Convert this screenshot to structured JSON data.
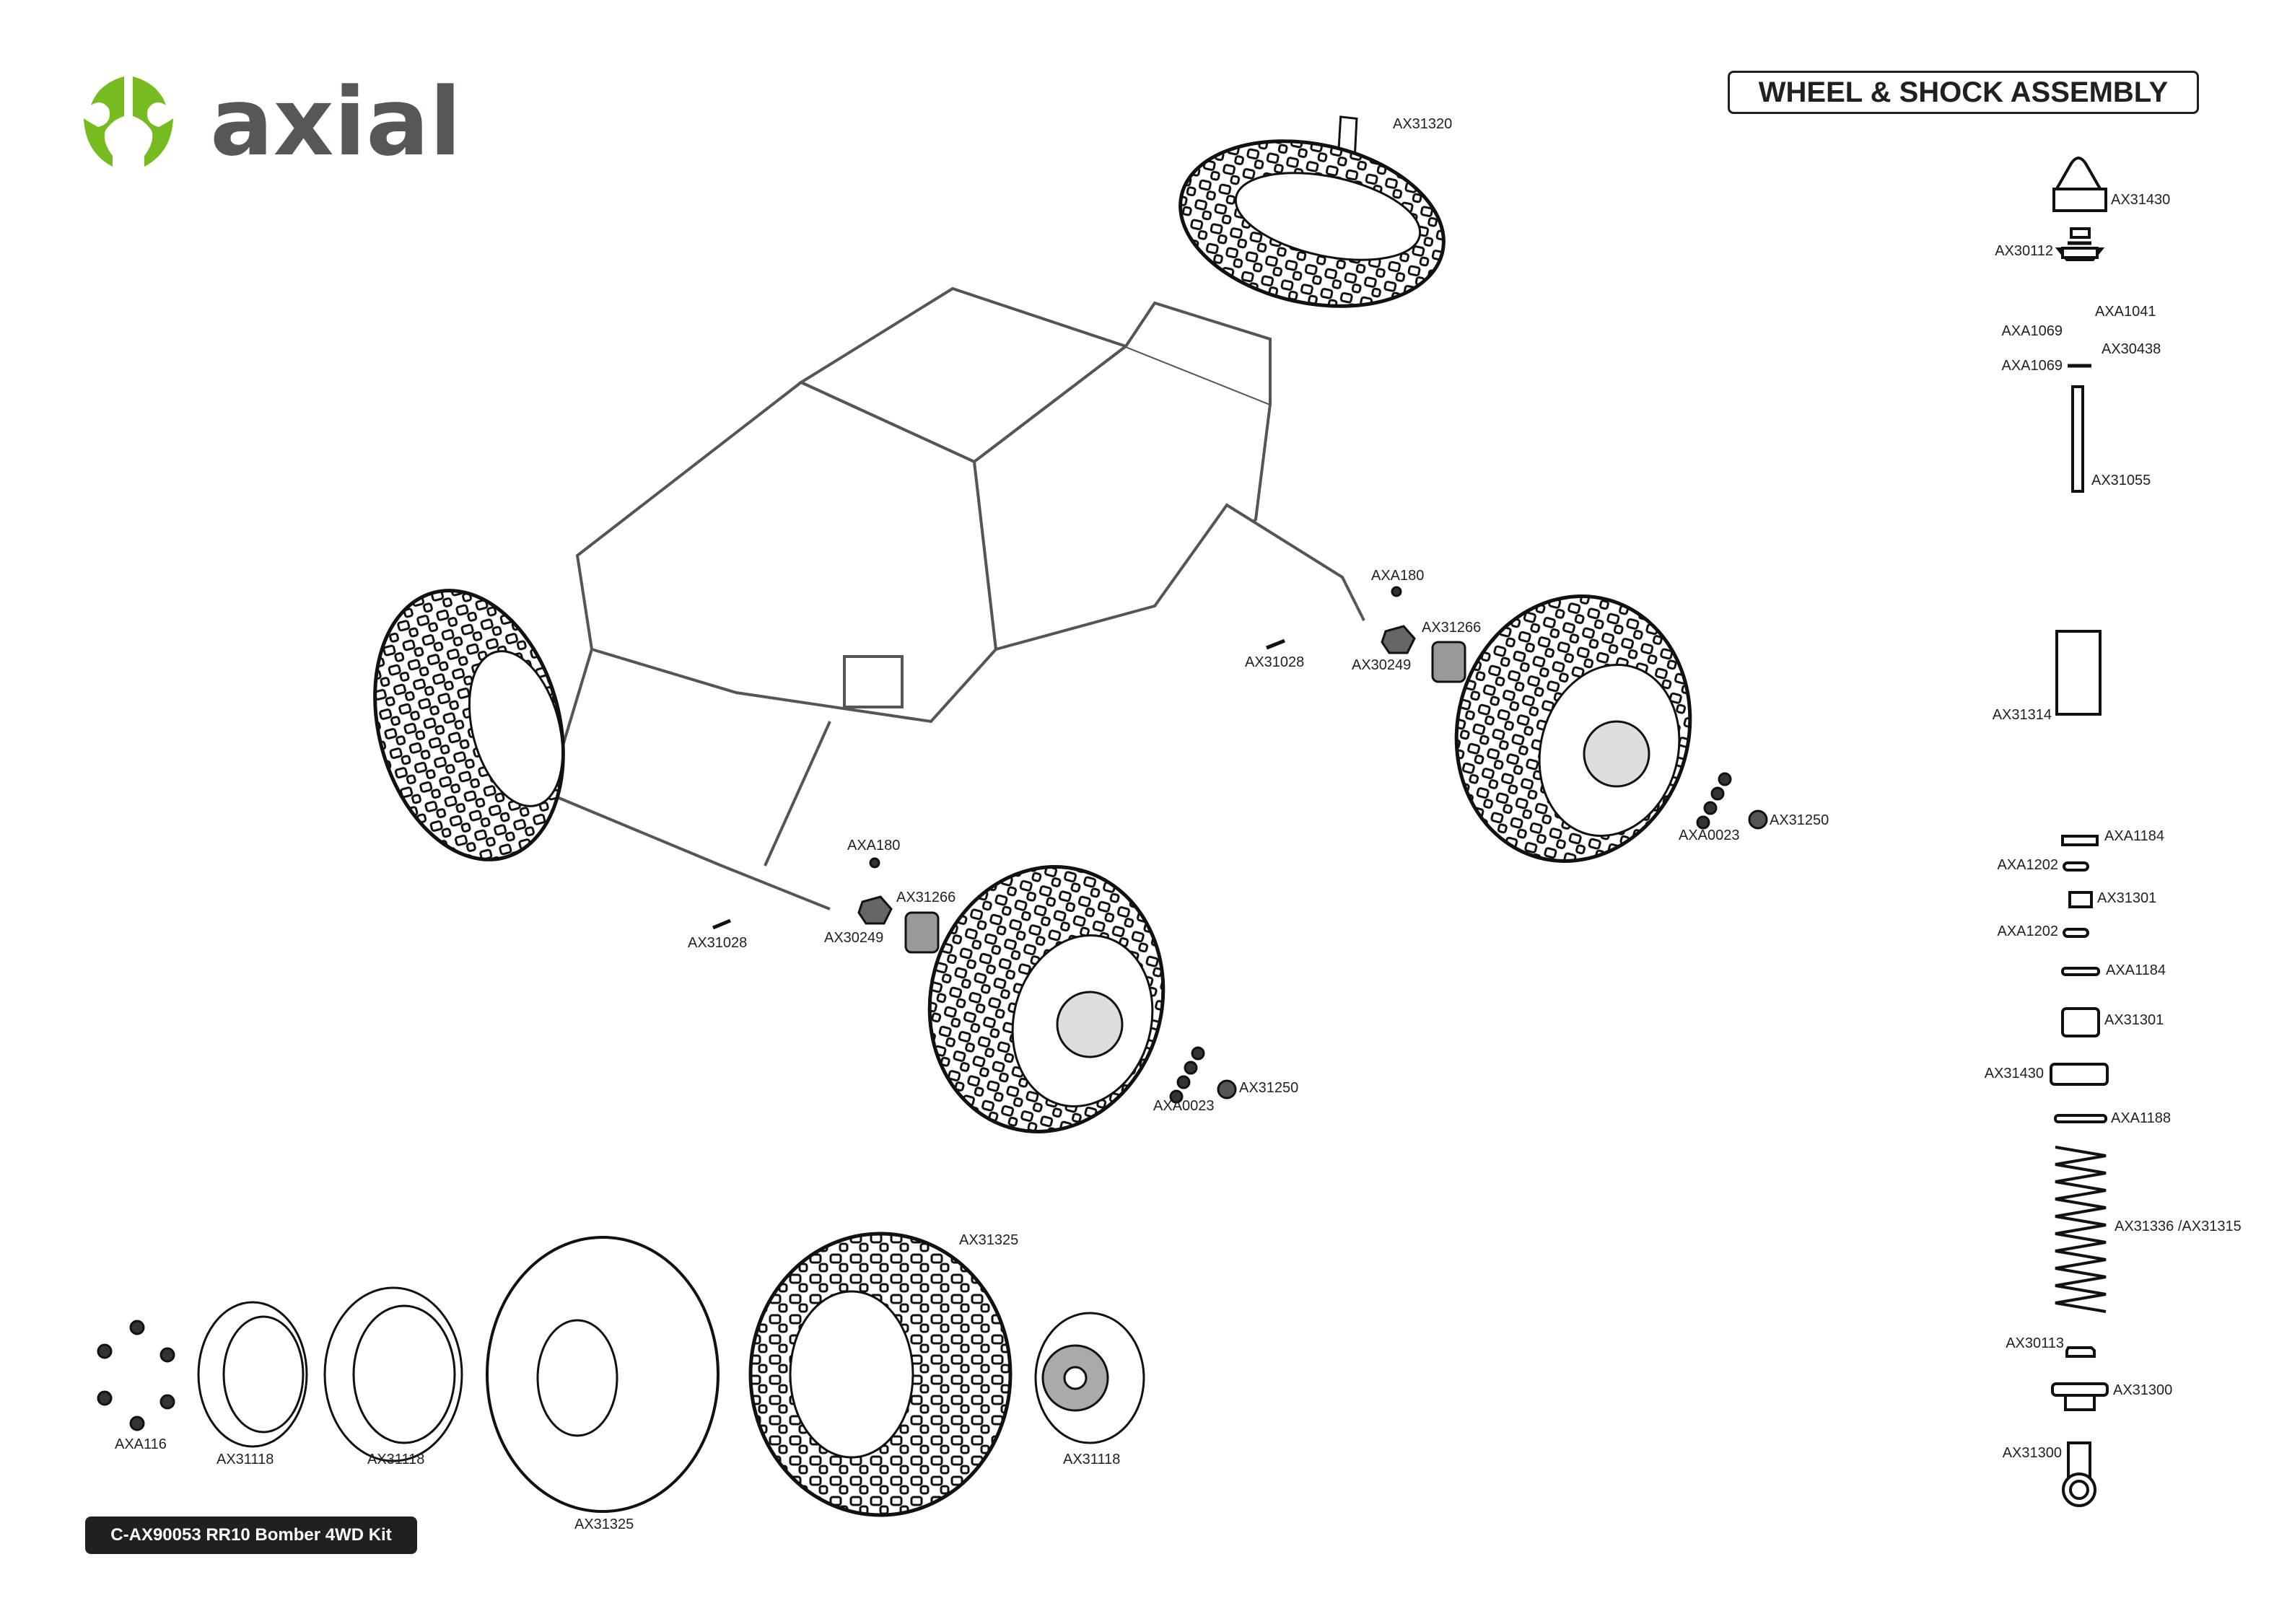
{
  "header": {
    "logo_text": "axiaL",
    "brand_colors": {
      "green": "#76bc21",
      "gray": "#54585a"
    },
    "section_title": "WHEEL & SHOCK  ASSEMBLY"
  },
  "footer": {
    "kit_label": "C-AX90053 RR10 Bomber 4WD Kit"
  },
  "vehicle_parts": {
    "top_tire": "AX31320",
    "right_front": {
      "pin_label": "AXA180",
      "hex": "AX31266",
      "nut": "AX30249",
      "pin": "AX31028",
      "screws": "AXA0023",
      "lock_nut": "AX31250"
    },
    "left_front": {
      "pin_label": "AXA180",
      "hex": "AX31266",
      "nut": "AX30249",
      "pin": "AX31028",
      "screws": "AXA0023",
      "lock_nut": "AX31250"
    }
  },
  "wheel_exploded": {
    "screws": "AXA116",
    "beadlock_ring": "AX31118",
    "wheel_hub": "AX31118",
    "foam": "AX31325",
    "tire": "AX31325",
    "hub_face": "AX31118"
  },
  "shock_parts": [
    "AX31430",
    "AX30112",
    "AXA1041",
    "AXA1069",
    "AX30438",
    "AXA1069",
    "AX31055",
    "AX31314",
    "AXA1184",
    "AXA1202",
    "AX31301",
    "AXA1202",
    "AXA1184",
    "AX31301",
    "AX31430",
    "AXA1188",
    "AX31336 /AX31315",
    "AX30113",
    "AX31300",
    "AX31300"
  ]
}
